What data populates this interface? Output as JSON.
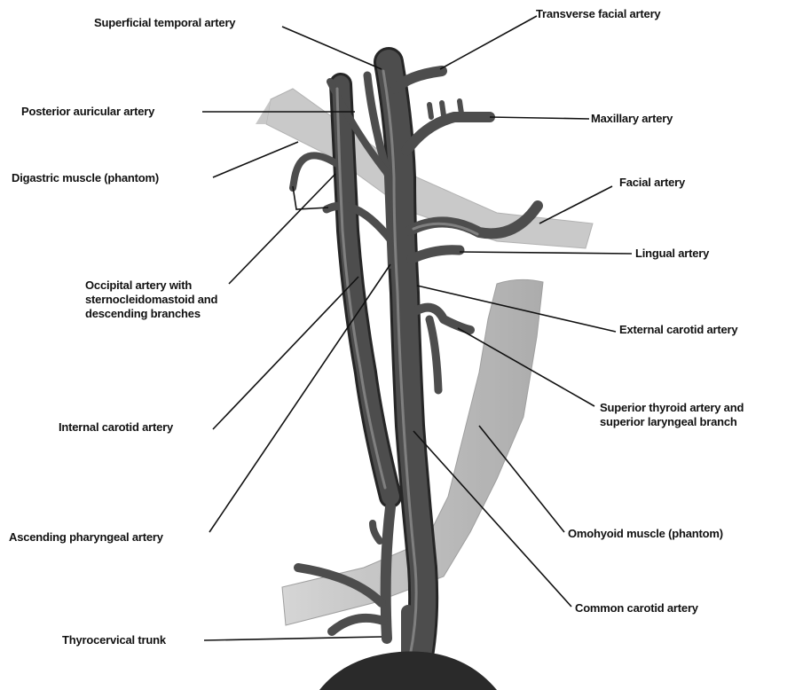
{
  "colors": {
    "background": "#ffffff",
    "artery": "#4a4a4a",
    "artery_highlight": "#8a8a8a",
    "muscle_phantom": "#bdbdbd",
    "leader": "#111111",
    "label_text": "#111111"
  },
  "labels": {
    "superficial_temporal": "Superficial temporal artery",
    "transverse_facial": "Transverse facial artery",
    "posterior_auricular": "Posterior auricular artery",
    "maxillary": "Maxillary artery",
    "digastric": "Digastric muscle (phantom)",
    "facial": "Facial artery",
    "lingual": "Lingual artery",
    "occipital": [
      "Occipital artery with",
      "sternocleidomastoid and",
      "descending branches"
    ],
    "external_carotid": "External carotid artery",
    "superior_thyroid": [
      "Superior thyroid artery and",
      "superior laryngeal branch"
    ],
    "internal_carotid": "Internal carotid artery",
    "omohyoid": "Omohyoid muscle (phantom)",
    "ascending_pharyngeal": "Ascending pharyngeal artery",
    "common_carotid": "Common carotid artery",
    "thyrocervical": "Thyrocervical trunk"
  }
}
